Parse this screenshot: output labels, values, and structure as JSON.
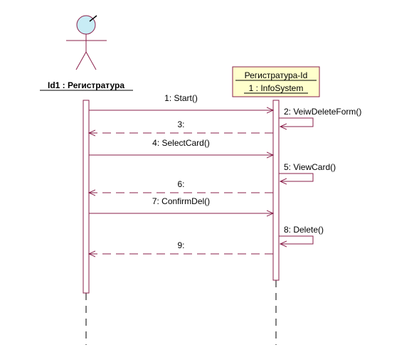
{
  "colors": {
    "line": "#8a1f4a",
    "object_fill": "#ffffcc",
    "actor_head_fill": "#c8ecf5",
    "text": "#000000"
  },
  "actor": {
    "label": "Id1 : Регистратура"
  },
  "object": {
    "line1": "Регистратура-Id",
    "line2": "1 : InfoSystem"
  },
  "messages": [
    {
      "label": "1: Start()",
      "kind": "call"
    },
    {
      "label": "2: VeiwDeleteForm()",
      "kind": "self"
    },
    {
      "label": "3:",
      "kind": "return"
    },
    {
      "label": "4: SelectCard()",
      "kind": "call"
    },
    {
      "label": "5: ViewCard()",
      "kind": "self"
    },
    {
      "label": "6:",
      "kind": "return"
    },
    {
      "label": "7: ConfirmDel()",
      "kind": "call"
    },
    {
      "label": "8: Delete()",
      "kind": "self"
    },
    {
      "label": "9:",
      "kind": "return"
    }
  ]
}
